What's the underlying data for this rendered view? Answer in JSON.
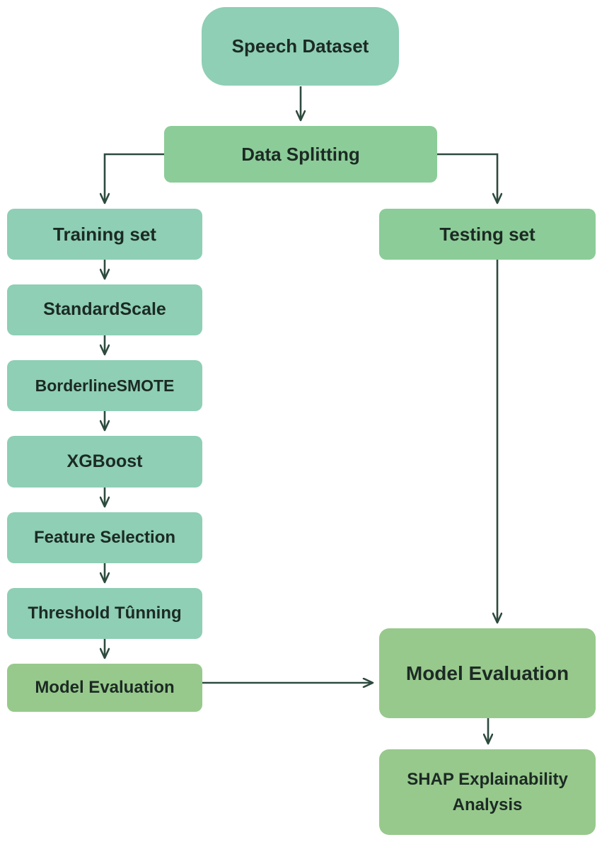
{
  "nodes": {
    "speech_dataset": "Speech Dataset",
    "data_splitting": "Data Splitting",
    "training_set": "Training set",
    "testing_set": "Testing set",
    "standard_scale": "StandardScale",
    "borderline_smote": "BorderlineSMOTE",
    "xgboost": "XGBoost",
    "feature_selection": "Feature Selection",
    "threshold_tuning": "Threshold Tûnning",
    "model_evaluation_left": "Model Evaluation",
    "model_evaluation_right": "Model Evaluation",
    "shap_line1": "SHAP Explainability",
    "shap_line2": "Analysis"
  },
  "colors": {
    "teal": "#8ecfb5",
    "green": "#8ccc98",
    "olive_green": "#97c98c",
    "arrow": "#2d4a3e"
  }
}
